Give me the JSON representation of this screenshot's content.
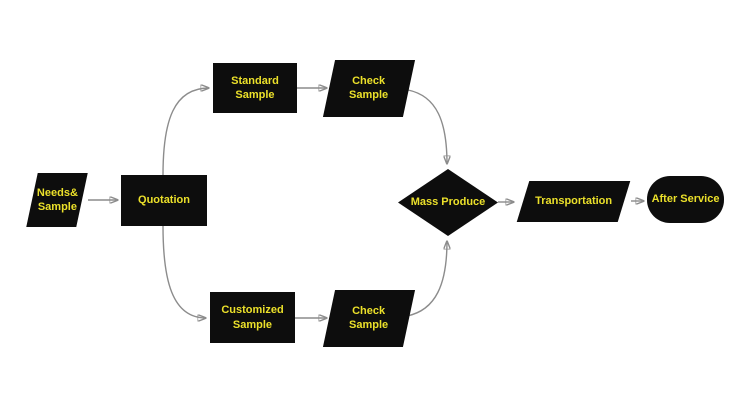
{
  "colors": {
    "background": "#ffffff",
    "node_fill": "#0d0d0d",
    "node_text": "#ebe02a",
    "connector": "#8c8c8c",
    "arrowhead": "#111111"
  },
  "nodes": {
    "needs_sample": {
      "label": "Needs&\nSample",
      "shape": "parallelogram"
    },
    "quotation": {
      "label": "Quotation",
      "shape": "rectangle"
    },
    "standard_sample": {
      "label": "Standard\nSample",
      "shape": "rectangle"
    },
    "check_sample_top": {
      "label": "Check\nSample",
      "shape": "parallelogram"
    },
    "customized_sample": {
      "label": "Customized\nSample",
      "shape": "rectangle"
    },
    "check_sample_bottom": {
      "label": "Check\nSample",
      "shape": "parallelogram"
    },
    "mass_produce": {
      "label": "Mass Produce",
      "shape": "diamond"
    },
    "transportation": {
      "label": "Transportation",
      "shape": "parallelogram"
    },
    "after_service": {
      "label": "After Service",
      "shape": "terminator"
    }
  },
  "edges": [
    {
      "from": "needs_sample",
      "to": "quotation"
    },
    {
      "from": "quotation",
      "to": "standard_sample"
    },
    {
      "from": "quotation",
      "to": "customized_sample"
    },
    {
      "from": "standard_sample",
      "to": "check_sample_top"
    },
    {
      "from": "customized_sample",
      "to": "check_sample_bottom"
    },
    {
      "from": "check_sample_top",
      "to": "mass_produce"
    },
    {
      "from": "check_sample_bottom",
      "to": "mass_produce"
    },
    {
      "from": "mass_produce",
      "to": "transportation"
    },
    {
      "from": "transportation",
      "to": "after_service"
    }
  ]
}
